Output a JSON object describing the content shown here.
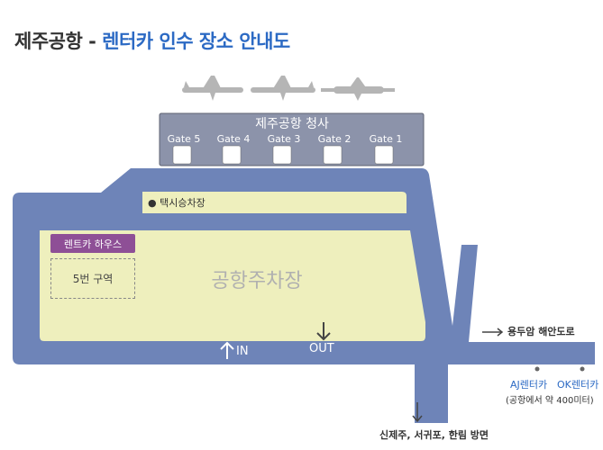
{
  "header": {
    "title_main": "제주공항 - ",
    "title_accent": "렌터카 인수 장소 안내도"
  },
  "terminal": {
    "title": "제주공항 청사",
    "gates": [
      "Gate 5",
      "Gate 4",
      "Gate 3",
      "Gate 2",
      "Gate 1"
    ]
  },
  "labels": {
    "taxi": "● 택시승차장",
    "rental_house": "렌트카 하우스",
    "zone": "5번 구역",
    "parking": "공항주차장",
    "in": "IN",
    "out": "OUT",
    "coast": "용두암 해안도로",
    "aj": "AJ렌터카",
    "ok": "OK렌터카",
    "distance": "(공항에서 약 400미터)",
    "south": "신제주, 서귀포, 한림 방면"
  },
  "icons": [
    "airplane-icon",
    "arrow-up-icon",
    "arrow-down-icon",
    "arrow-right-icon"
  ],
  "colors": {
    "road": "#6e84b8",
    "lot": "#eeefbd",
    "terminal": "#8c93aa",
    "accent": "#2c6ac4",
    "rental_house": "#8e4f96"
  }
}
